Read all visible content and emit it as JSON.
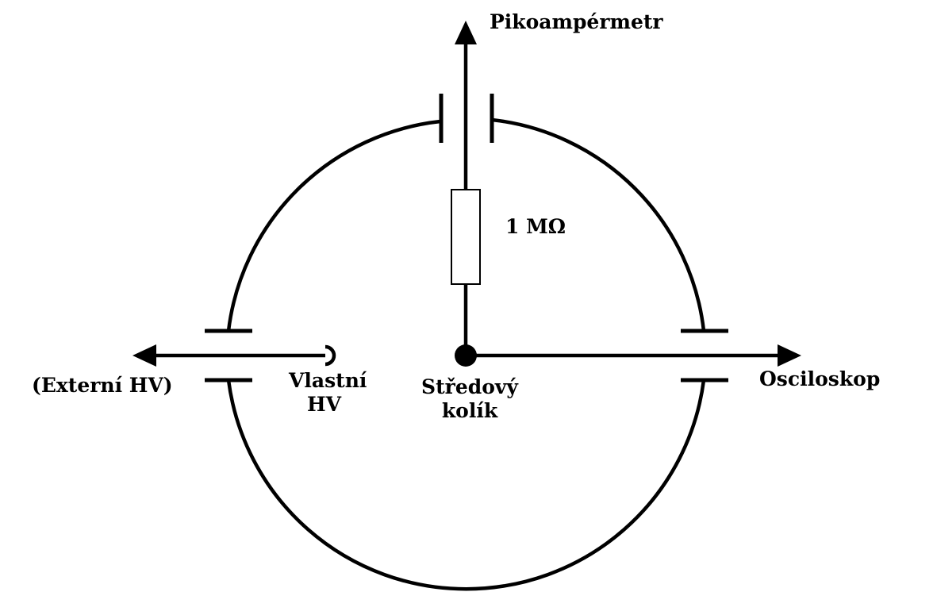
{
  "labels": {
    "top": "Pikoampérmetr",
    "resistor": "1 MΩ",
    "left": "(Externí HV)",
    "own_hv_line1": "Vlastní",
    "own_hv_line2": "HV",
    "center_line1": "Středový",
    "center_line2": "kolík",
    "right": "Osciloskop"
  },
  "colors": {
    "ink": "#000000",
    "background": "#ffffff"
  }
}
